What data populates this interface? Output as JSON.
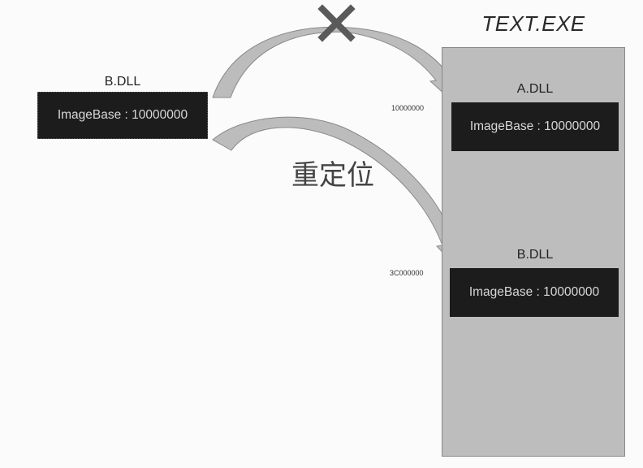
{
  "source_dll": {
    "title": "B.DLL",
    "image_base_label": "ImageBase : 10000000"
  },
  "exe": {
    "title": "TEXT.EXE",
    "modules": [
      {
        "title": "A.DLL",
        "image_base_label": "ImageBase : 10000000",
        "load_address": "10000000"
      },
      {
        "title": "B.DLL",
        "image_base_label": "ImageBase : 10000000",
        "load_address": "3C000000"
      }
    ]
  },
  "annotations": {
    "relocation_label": "重定位",
    "blocked_marker": "x-mark"
  },
  "colors": {
    "arrow_fill": "#bcbcbc",
    "arrow_stroke": "#8a8a8a",
    "box_dark": "#1c1c1c",
    "exe_bg": "#bdbdbd",
    "x_mark": "#5a5a5a"
  }
}
